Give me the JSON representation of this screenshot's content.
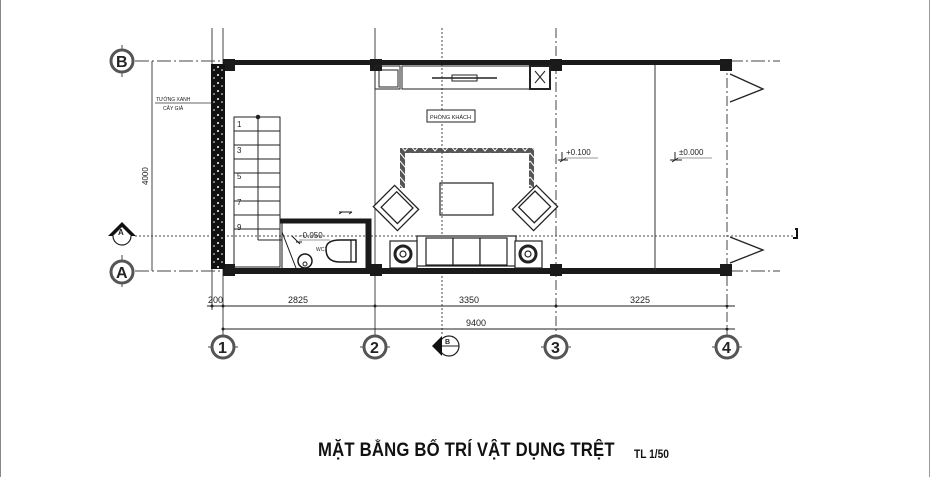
{
  "drawing": {
    "title": "MẶT BẰNG BỐ TRÍ VẬT DỤNG TRỆT",
    "scale": "TL 1/50",
    "room_label": "PHÒNG KHÁCH",
    "wc_label": "WC1",
    "wall_note_line1": "TƯỜNG XANH",
    "wall_note_line2": "CÂY GIẢ",
    "vertical_dimension": "4000",
    "levels": {
      "wc": "-0.050",
      "living": "+0.100",
      "porch": "±0.000"
    },
    "stair_steps": [
      "1",
      "3",
      "5",
      "7",
      "9"
    ],
    "grid_rows": [
      "B",
      "A"
    ],
    "grid_columns": [
      "1",
      "2",
      "3",
      "4"
    ],
    "section_markers": [
      "A",
      "B"
    ],
    "dimensions": {
      "segments": [
        "200",
        "2825",
        "3350",
        "3225"
      ],
      "total": "9400"
    }
  },
  "colors": {
    "line": "#111111",
    "wall": "#1a1a1a",
    "background": "#ffffff",
    "axis": "#444444"
  }
}
